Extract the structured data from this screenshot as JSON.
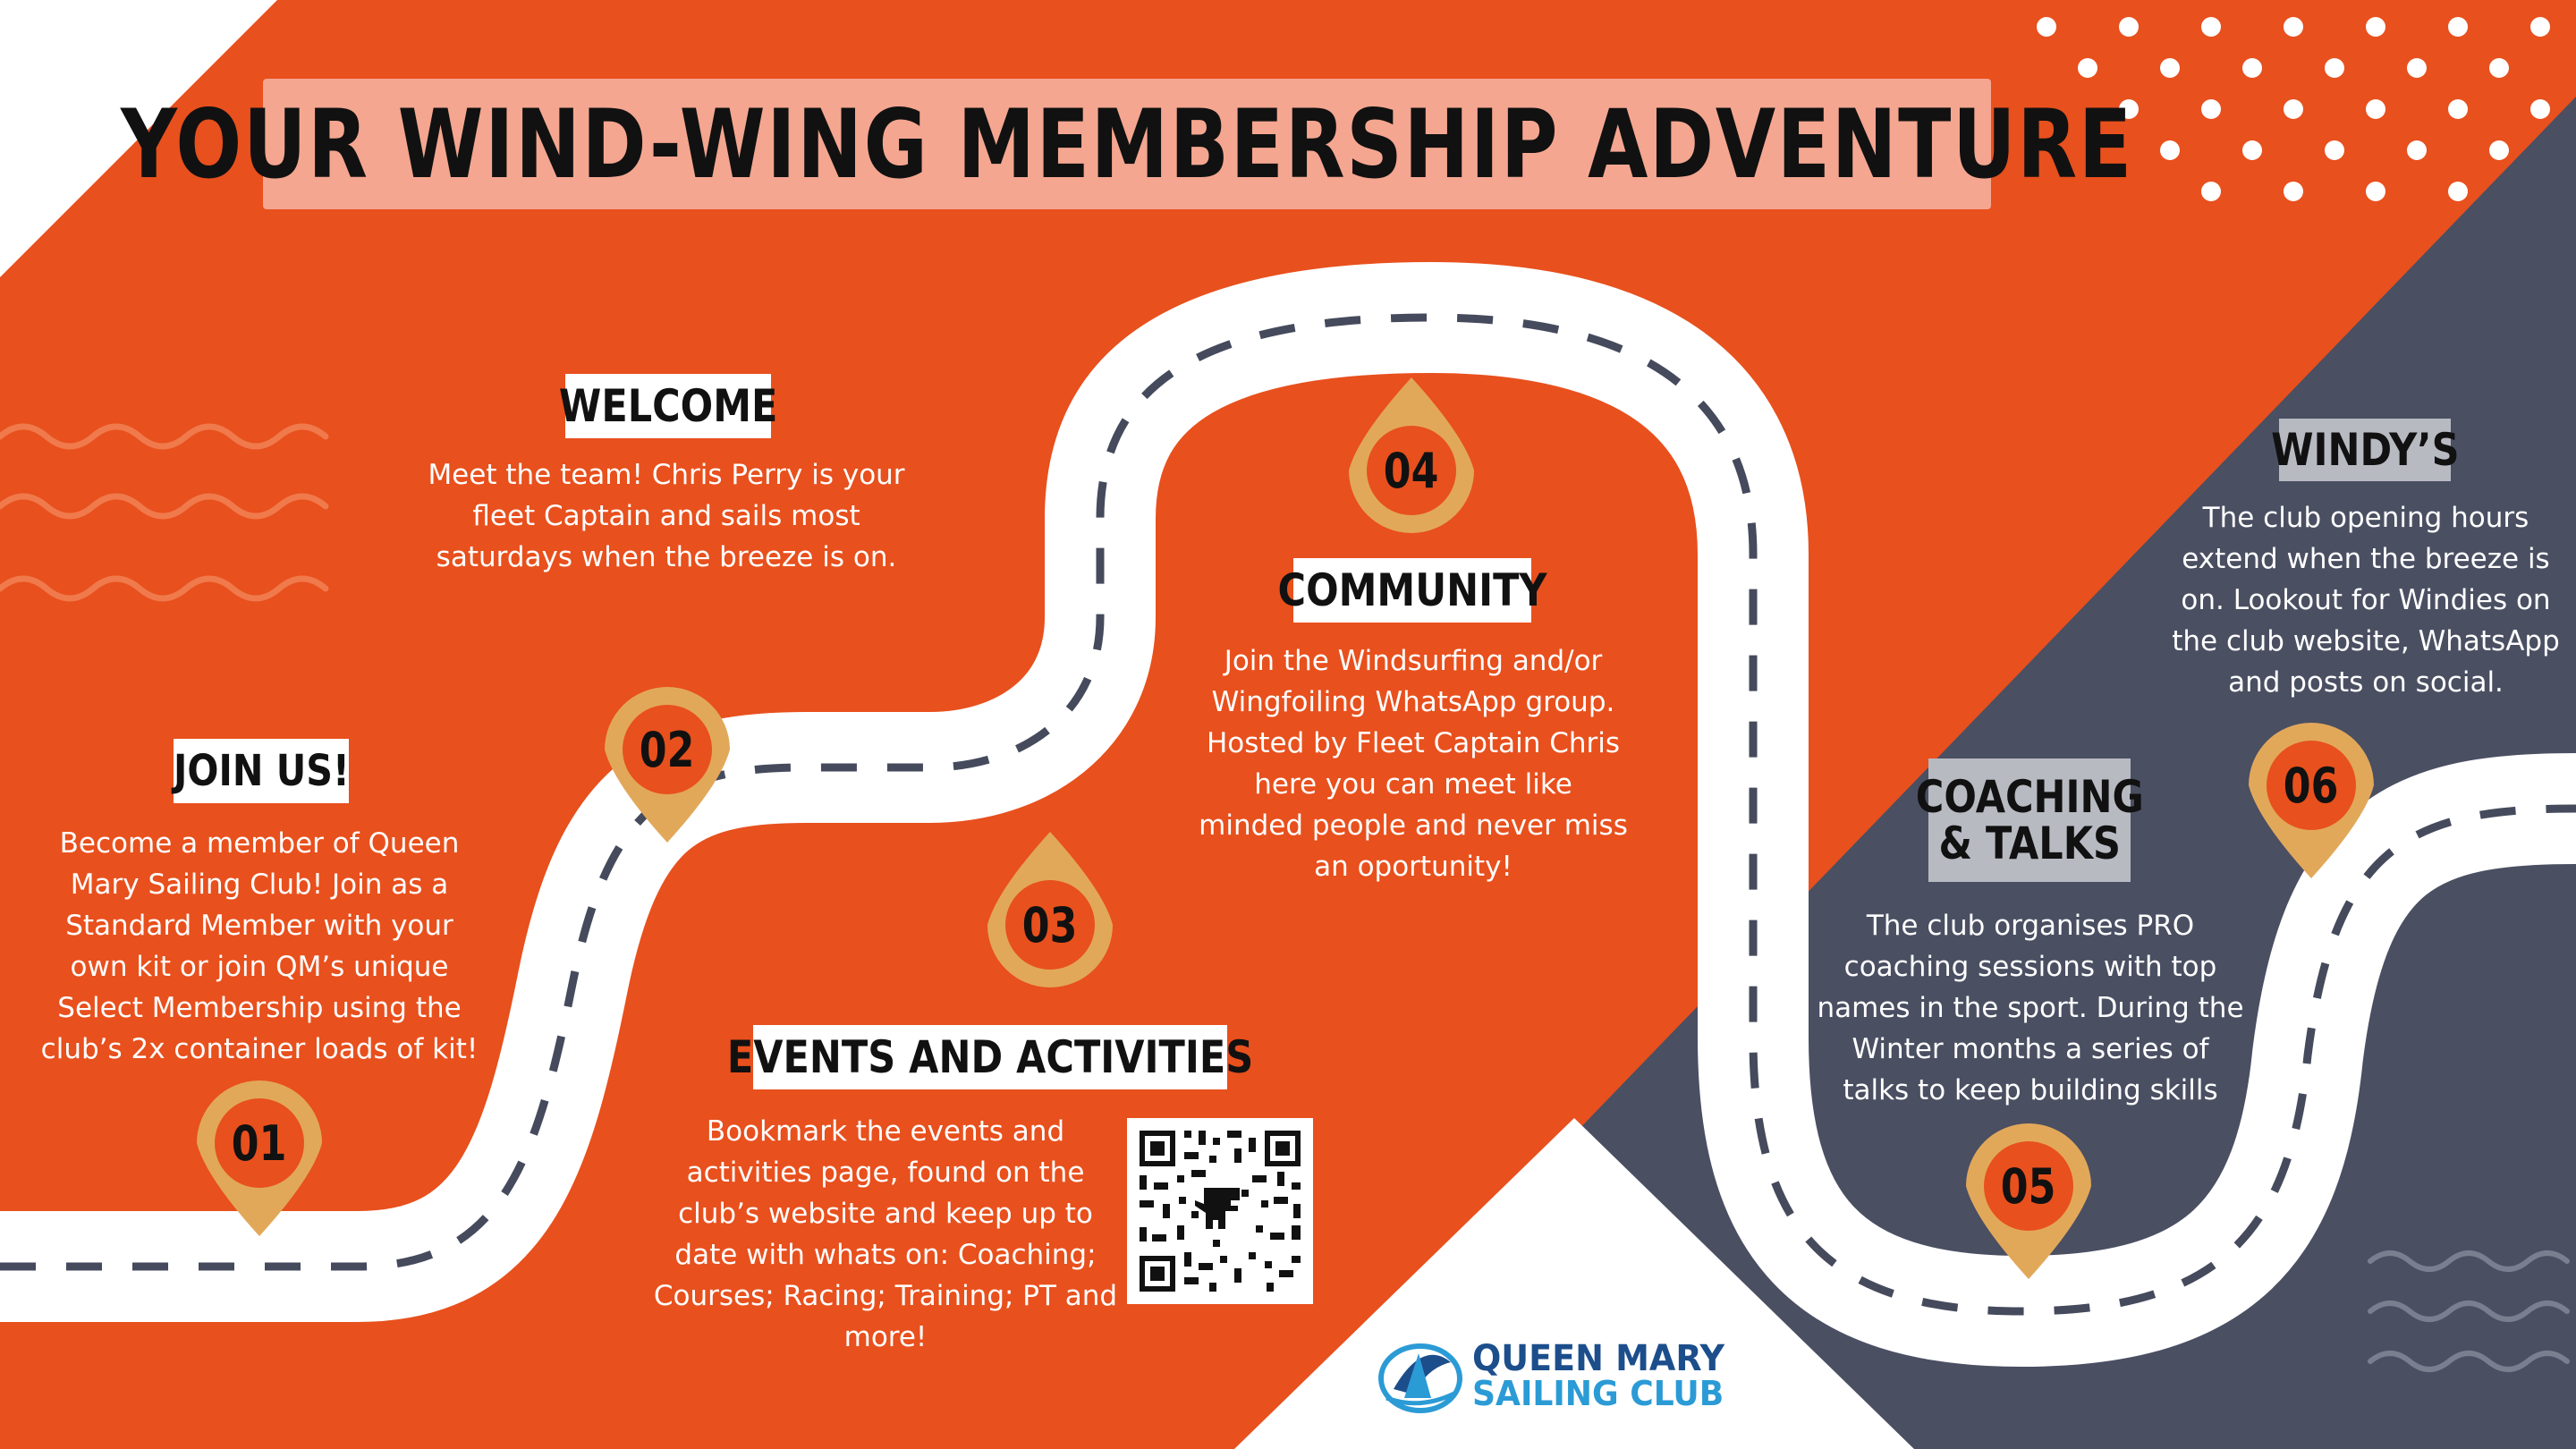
{
  "title": "YOUR WIND-WING MEMBERSHIP ADVENTURE",
  "colors": {
    "orange": "#e8501d",
    "slate": "#4a4f62",
    "pin": "#e2a85a",
    "title_bg": "#f4a690",
    "road": "#ffffff",
    "dash": "#454a5c"
  },
  "steps": [
    {
      "number": "01",
      "heading": "JOIN US!",
      "body": "Become a member of Queen Mary Sailing Club! Join as a Standard Member with your own kit or join QM’s unique Select Membership using the club’s 2x container loads of kit!"
    },
    {
      "number": "02",
      "heading": "WELCOME",
      "body": "Meet the team! Chris Perry is your fleet Captain and sails most saturdays when the breeze is on."
    },
    {
      "number": "03",
      "heading": "EVENTS AND ACTIVITIES",
      "body": "Bookmark the events and activities page, found on the club’s website and keep up to date with whats on: Coaching; Courses; Racing; Training; PT and more!"
    },
    {
      "number": "04",
      "heading": "COMMUNITY",
      "body": "Join the Windsurfing and/or Wingfoiling WhatsApp group. Hosted by Fleet Captain Chris here you can meet like minded people and never miss an oportunity!"
    },
    {
      "number": "05",
      "heading_line1": "COACHING",
      "heading_line2": "& TALKS",
      "body": "The club organises PRO coaching sessions with top names in the sport. During the Winter months a series of talks to keep building skills"
    },
    {
      "number": "06",
      "heading": "WINDY’S",
      "body": "The club opening hours extend when the breeze is on. Lookout for Windies on the club website, WhatsApp and posts on social."
    }
  ],
  "qr_code": {
    "icon": "qr-code-dinosaur-icon"
  },
  "logo": {
    "line1": "QUEEN MARY",
    "line2": "SAILING CLUB",
    "icon": "sail-logo-icon"
  }
}
